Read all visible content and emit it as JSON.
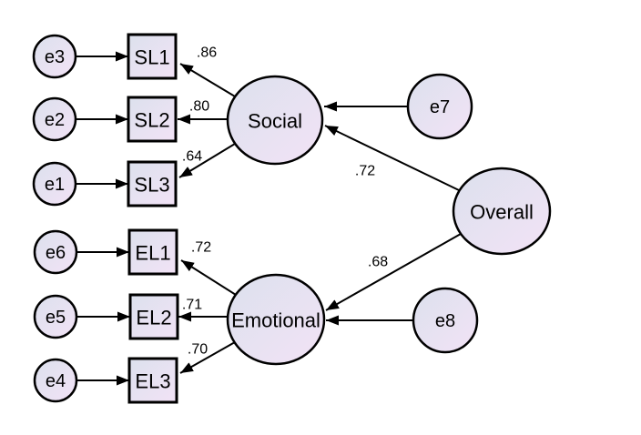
{
  "diagram": {
    "type": "sem-path-diagram",
    "colors": {
      "background": "#ffffff",
      "node_gradient_start": "#dce1ed",
      "node_gradient_end": "#f2e2f6",
      "node_border": "#000000",
      "edge": "#000000",
      "text": "#000000"
    },
    "nodes": {
      "social": {
        "label": "Social",
        "kind": "latent"
      },
      "emotional": {
        "label": "Emotional",
        "kind": "latent"
      },
      "overall": {
        "label": "Overall",
        "kind": "latent"
      },
      "SL1": {
        "label": "SL1",
        "kind": "observed"
      },
      "SL2": {
        "label": "SL2",
        "kind": "observed"
      },
      "SL3": {
        "label": "SL3",
        "kind": "observed"
      },
      "EL1": {
        "label": "EL1",
        "kind": "observed"
      },
      "EL2": {
        "label": "EL2",
        "kind": "observed"
      },
      "EL3": {
        "label": "EL3",
        "kind": "observed"
      },
      "e1": {
        "label": "e1",
        "kind": "error"
      },
      "e2": {
        "label": "e2",
        "kind": "error"
      },
      "e3": {
        "label": "e3",
        "kind": "error"
      },
      "e4": {
        "label": "e4",
        "kind": "error"
      },
      "e5": {
        "label": "e5",
        "kind": "error"
      },
      "e6": {
        "label": "e6",
        "kind": "error"
      },
      "e7": {
        "label": "e7",
        "kind": "error"
      },
      "e8": {
        "label": "e8",
        "kind": "error"
      }
    },
    "paths": [
      {
        "from": "Social",
        "to": "SL1",
        "coefficient": ".86"
      },
      {
        "from": "Social",
        "to": "SL2",
        "coefficient": ".80"
      },
      {
        "from": "Social",
        "to": "SL3",
        "coefficient": ".64"
      },
      {
        "from": "Emotional",
        "to": "EL1",
        "coefficient": ".72"
      },
      {
        "from": "Emotional",
        "to": "EL2",
        "coefficient": ".71"
      },
      {
        "from": "Emotional",
        "to": "EL3",
        "coefficient": ".70"
      },
      {
        "from": "Overall",
        "to": "Social",
        "coefficient": ".72"
      },
      {
        "from": "Overall",
        "to": "Emotional",
        "coefficient": ".68"
      }
    ],
    "error_paths": [
      {
        "from": "e3",
        "to": "SL1"
      },
      {
        "from": "e2",
        "to": "SL2"
      },
      {
        "from": "e1",
        "to": "SL3"
      },
      {
        "from": "e6",
        "to": "EL1"
      },
      {
        "from": "e5",
        "to": "EL2"
      },
      {
        "from": "e4",
        "to": "EL3"
      },
      {
        "from": "e7",
        "to": "Social"
      },
      {
        "from": "e8",
        "to": "Emotional"
      }
    ]
  }
}
